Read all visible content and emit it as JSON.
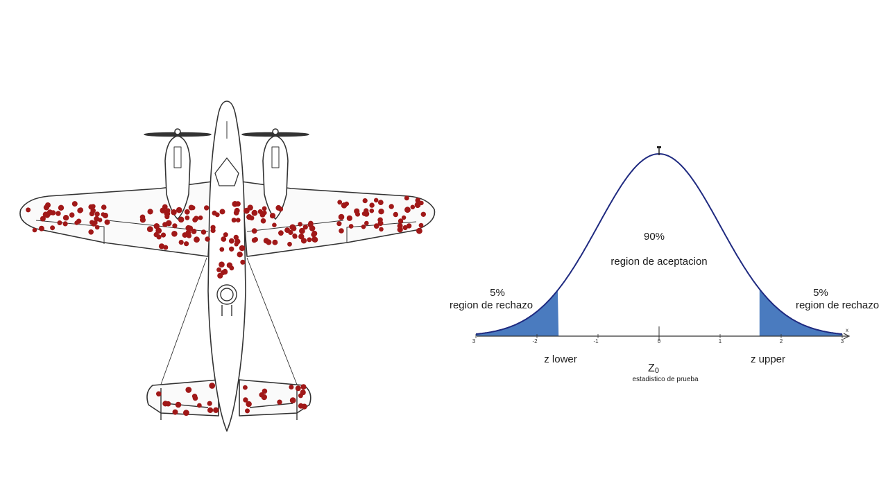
{
  "plane": {
    "hit_color": "#a01818",
    "outline_color": "#333333"
  },
  "distribution": {
    "curve_color": "#1f2a80",
    "tail_fill": "#4a7bbf",
    "center_percent": "90%",
    "center_label": "region de aceptacion",
    "left_percent": "5%",
    "left_label": "region de rechazo",
    "right_percent": "5%",
    "right_label": "region de rechazo",
    "z_lower": "z  lower",
    "z_upper": "z upper",
    "z0_main": "Z",
    "z0_sub": "0",
    "z0_caption": "estadistico de prueba",
    "axis_symbol": "x",
    "ticks": [
      "3",
      "-2",
      "-1",
      "0",
      "1",
      "2",
      "3"
    ],
    "tick_values": [
      -3,
      -2,
      -1,
      0,
      1,
      2,
      3
    ],
    "critical_lower": -1.645,
    "critical_upper": 1.645
  }
}
